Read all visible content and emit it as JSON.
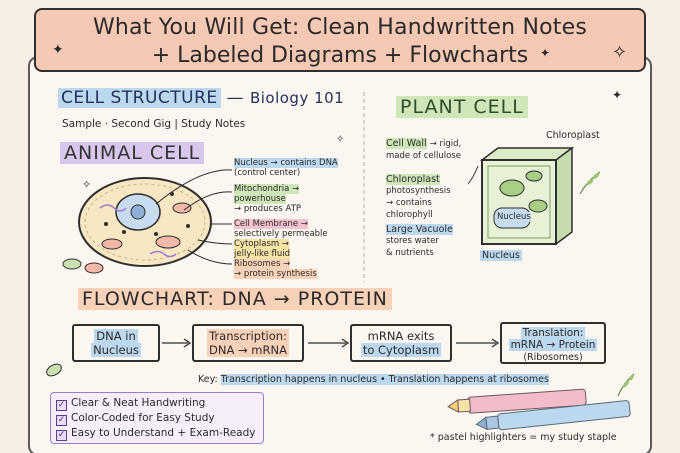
{
  "banner": {
    "line1": "What You Will Get: Clean Handwritten Notes",
    "line2": "+ Labeled Diagrams   + Flowcharts"
  },
  "cell_structure": {
    "title": "CELL STRUCTURE",
    "dash": "—",
    "subject": "Biology 101",
    "subtitle": "Sample · Second Gig | Study Notes"
  },
  "animal_cell": {
    "heading": "ANIMAL CELL",
    "labels": [
      {
        "line1": "Nucleus → contains DNA",
        "line2": "(control center)"
      },
      {
        "line1": "Mitochondria →",
        "line2": "powerhouse",
        "line3": "→ produces ATP"
      },
      {
        "line1": "Cell Membrane →",
        "line2": "selectively permeable"
      },
      {
        "line1": "Cytoplasm →",
        "line2": "jelly-like fluid"
      },
      {
        "line1": "Ribosomes →",
        "line2": "→ protein synthesis"
      }
    ]
  },
  "plant_cell": {
    "heading": "PLANT CELL",
    "cell_wall": {
      "line1": "Cell Wall",
      "line1b": "→ rigid,",
      "line2": "made of cellulose"
    },
    "chloroplast_top": "Chloroplast",
    "chloroplast": {
      "line1": "Chloroplast",
      "line2": "photosynthesis",
      "line3": "→ contains",
      "line4": "chlorophyll"
    },
    "vacuole": {
      "line1": "Large Vacuole",
      "line2": "stores water",
      "line3": "& nutrients"
    },
    "nucleus_inner": "Nucleus",
    "nucleus_label": "Nucleus"
  },
  "flowchart": {
    "heading": "FLOWCHART: DNA → PROTEIN",
    "boxes": [
      {
        "line1": "DNA in",
        "line2": "Nucleus"
      },
      {
        "line1": "Transcription:",
        "line2": "DNA → mRNA"
      },
      {
        "line1": "mRNA exits",
        "line2": "to Cytoplasm"
      },
      {
        "line1": "Translation:",
        "line2": "mRNA → Protein",
        "line3": "(Ribosomes)"
      }
    ],
    "key_label": "Key:",
    "key_text": "Transcription happens in nucleus • Translation happens at ribosomes"
  },
  "checklist": [
    "Clear & Neat Handwriting",
    "Color-Coded for Easy Study",
    "Easy to Understand + Exam-Ready"
  ],
  "check_mark": "✓",
  "footnote": "* pastel highlighters = my study staple",
  "colors": {
    "banner": "#f6c9b4",
    "paper": "#fbf6ef",
    "highlight_blue": "#bcd8ee",
    "highlight_green": "#cfe6b8",
    "highlight_purple": "#d9c6ec",
    "highlight_pink": "#f3c3cf",
    "highlight_yellow": "#f6e3a6",
    "highlight_peach": "#f8d2b8"
  },
  "icons": [
    "sparkle-icon",
    "leaf-icon",
    "highlighter-icon",
    "mitochondria-icon"
  ]
}
